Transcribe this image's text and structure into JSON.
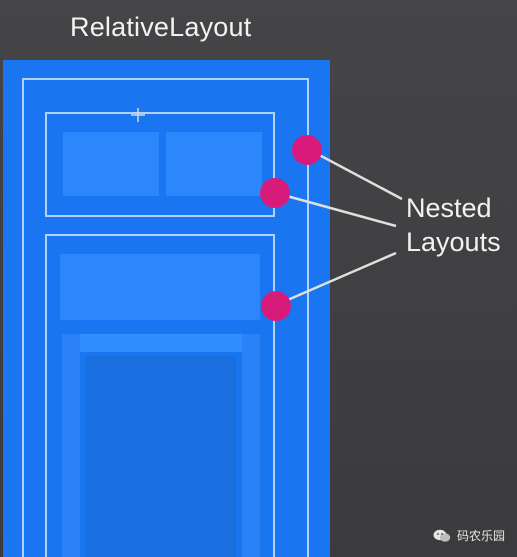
{
  "title": "RelativeLayout",
  "annotation": {
    "line1": "Nested",
    "line2": "Layouts"
  },
  "watermark": {
    "text": "码农乐园",
    "icon": "wechat-icon"
  },
  "colors": {
    "background": "#3f3f41",
    "phone_blue": "#1976f0",
    "block_blue": "#2b87fb",
    "marker_magenta": "#d81b7a",
    "connector": "#e0e0e0"
  }
}
